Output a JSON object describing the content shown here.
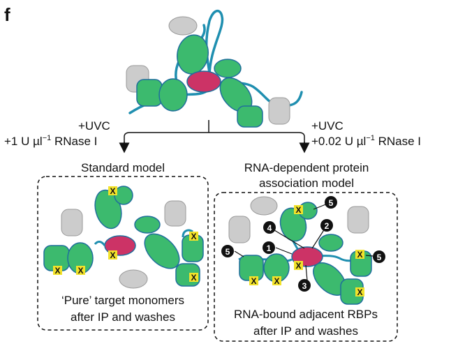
{
  "panel_letter": "f",
  "left_branch": {
    "line1": "+UVC",
    "line2_prefix": "+1 U µl",
    "line2_sup": "−1",
    "line2_suffix": " RNase I"
  },
  "right_branch": {
    "line1": "+UVC",
    "line2_prefix": "+0.02 U µl",
    "line2_sup": "−1",
    "line2_suffix": " RNase I"
  },
  "left_model": {
    "title": "Standard model",
    "caption_line1": "‘Pure’ target monomers",
    "caption_line2": "after IP and washes"
  },
  "right_model": {
    "title_line1": "RNA-dependent protein",
    "title_line2": "association model",
    "caption_line1": "RNA-bound adjacent RBPs",
    "caption_line2": "after IP and washes"
  },
  "crosslink_mark": "X",
  "numbered_markers": [
    "1",
    "2",
    "3",
    "4",
    "5",
    "5"
  ],
  "colors": {
    "rbp_green": "#3cba6e",
    "rbp_outline": "#1f6e9c",
    "target_magenta": "#cc3366",
    "rna_blue": "#1f8fb0",
    "nonspecific_gray": "#cccccc",
    "crosslink_yellow": "#f2e22a"
  }
}
